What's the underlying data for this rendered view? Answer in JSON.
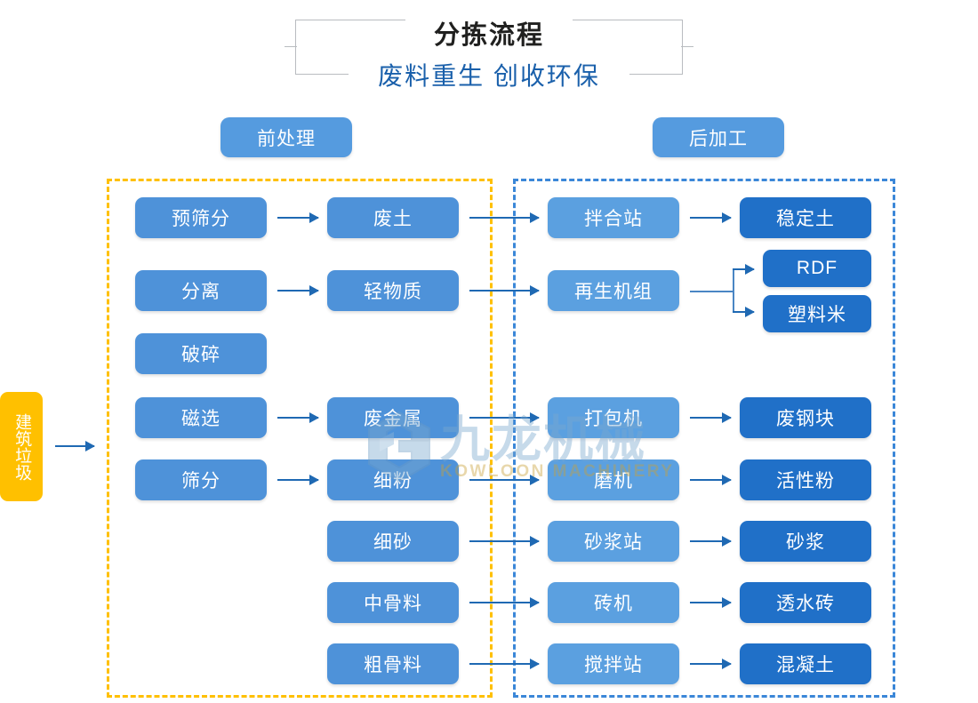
{
  "title": {
    "main": "分拣流程",
    "sub": "废料重生 创收环保"
  },
  "sections": {
    "pre_label": "前处理",
    "post_label": "后加工"
  },
  "input": {
    "label": "建筑垃圾"
  },
  "colors": {
    "pill_blue": "#559bdf",
    "node_mid_blue": "#4e92d9",
    "node_light_blue": "#5ba0e0",
    "node_dark_blue": "#2070c8",
    "input_yellow": "#ffc000",
    "dash_pre_yellow": "#ffc000",
    "dash_post_blue": "#3b87d8",
    "arrow_blue": "#1f69b3",
    "title_main": "#20201f",
    "title_sub": "#1a60ab"
  },
  "watermark": {
    "cn": "九龙机械",
    "en": "KOWLOON MACHINERY"
  },
  "nodes": {
    "a1": "预筛分",
    "a2": "分离",
    "a3": "破碎",
    "a4": "磁选",
    "a5": "筛分",
    "b1": "废土",
    "b2": "轻物质",
    "b4": "废金属",
    "b5": "细粉",
    "b6": "细砂",
    "b7": "中骨料",
    "b8": "粗骨料",
    "c1": "拌合站",
    "c2": "再生机组",
    "c4": "打包机",
    "c5": "磨机",
    "c6": "砂浆站",
    "c7": "砖机",
    "c8": "搅拌站",
    "d1": "稳定土",
    "d2a": "RDF",
    "d2b": "塑料米",
    "d4": "废钢块",
    "d5": "活性粉",
    "d6": "砂浆",
    "d7": "透水砖",
    "d8": "混凝土"
  },
  "flow_data": {
    "type": "diagram",
    "title": "分拣流程",
    "subtitle": "废料重生 创收环保",
    "input": "建筑垃圾",
    "groups": [
      {
        "name": "前处理",
        "border": "dashed-yellow",
        "columns": [
          [
            "预筛分",
            "分离",
            "破碎",
            "磁选",
            "筛分"
          ],
          [
            "废土",
            "轻物质",
            "废金属",
            "细粉",
            "细砂",
            "中骨料",
            "粗骨料"
          ]
        ]
      },
      {
        "name": "后加工",
        "border": "dashed-blue",
        "columns": [
          [
            "拌合站",
            "再生机组",
            "打包机",
            "磨机",
            "砂浆站",
            "砖机",
            "搅拌站"
          ],
          [
            "稳定土",
            "RDF",
            "塑料米",
            "废钢块",
            "活性粉",
            "砂浆",
            "透水砖",
            "混凝土"
          ]
        ]
      }
    ],
    "edges": [
      {
        "from": "建筑垃圾",
        "to": "前处理"
      },
      {
        "from": "预筛分",
        "to": "废土"
      },
      {
        "from": "废土",
        "to": "拌合站"
      },
      {
        "from": "拌合站",
        "to": "稳定土"
      },
      {
        "from": "分离",
        "to": "轻物质"
      },
      {
        "from": "轻物质",
        "to": "再生机组"
      },
      {
        "from": "再生机组",
        "to": "RDF"
      },
      {
        "from": "再生机组",
        "to": "塑料米"
      },
      {
        "from": "磁选",
        "to": "废金属"
      },
      {
        "from": "废金属",
        "to": "打包机"
      },
      {
        "from": "打包机",
        "to": "废钢块"
      },
      {
        "from": "筛分",
        "to": "细粉"
      },
      {
        "from": "细粉",
        "to": "磨机"
      },
      {
        "from": "磨机",
        "to": "活性粉"
      },
      {
        "from": "细砂",
        "to": "砂浆站"
      },
      {
        "from": "砂浆站",
        "to": "砂浆"
      },
      {
        "from": "中骨料",
        "to": "砖机"
      },
      {
        "from": "砖机",
        "to": "透水砖"
      },
      {
        "from": "粗骨料",
        "to": "搅拌站"
      },
      {
        "from": "搅拌站",
        "to": "混凝土"
      }
    ]
  }
}
